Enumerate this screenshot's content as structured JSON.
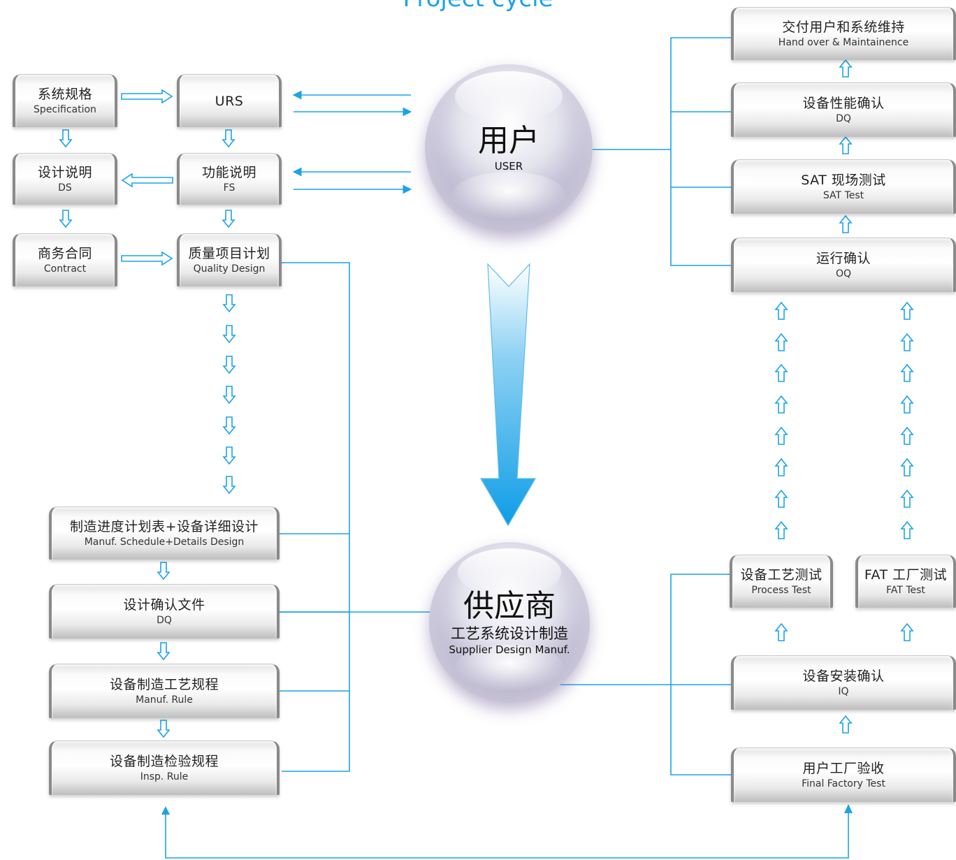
{
  "title": "Project cycle",
  "colors": {
    "accent": "#1aa3e8",
    "line": "#1aa3e8"
  },
  "user_sphere": {
    "cn": "用户",
    "en": "USER"
  },
  "supplier_sphere": {
    "cn": "供应商",
    "cn_sub": "工艺系统设计制造",
    "en": "Supplier Design Manuf."
  },
  "left_boxes": {
    "spec": {
      "cn": "系统规格",
      "en": "Specification"
    },
    "urs": {
      "cn": "URS"
    },
    "ds": {
      "cn": "设计说明",
      "en": "DS"
    },
    "fs": {
      "cn": "功能说明",
      "en": "FS"
    },
    "contract": {
      "cn": "商务合同",
      "en": "Contract"
    },
    "qd": {
      "cn": "质量项目计划",
      "en": "Quality Design"
    },
    "schedule": {
      "cn": "制造进度计划表+设备详细设计",
      "en": "Manuf. Schedule+Details Design"
    },
    "dq_doc": {
      "cn": "设计确认文件",
      "en": "DQ"
    },
    "manuf_rule": {
      "cn": "设备制造工艺规程",
      "en": "Manuf. Rule"
    },
    "insp_rule": {
      "cn": "设备制造检验规程",
      "en": "Insp. Rule"
    }
  },
  "right_boxes": {
    "handover": {
      "cn": "交付用户和系统维持",
      "en": "Hand over & Maintainence"
    },
    "pq": {
      "cn": "设备性能确认",
      "en": "DQ"
    },
    "sat": {
      "cn": "SAT 现场测试",
      "en": "SAT Test"
    },
    "oq": {
      "cn": "运行确认",
      "en": "OQ"
    },
    "process_test": {
      "cn": "设备工艺测试",
      "en": "Process Test"
    },
    "fat": {
      "cn": "FAT 工厂测试",
      "en": "FAT Test"
    },
    "iq": {
      "cn": "设备安装确认",
      "en": "IQ"
    },
    "fft": {
      "cn": "用户工厂验收",
      "en": "Final Factory Test"
    }
  }
}
